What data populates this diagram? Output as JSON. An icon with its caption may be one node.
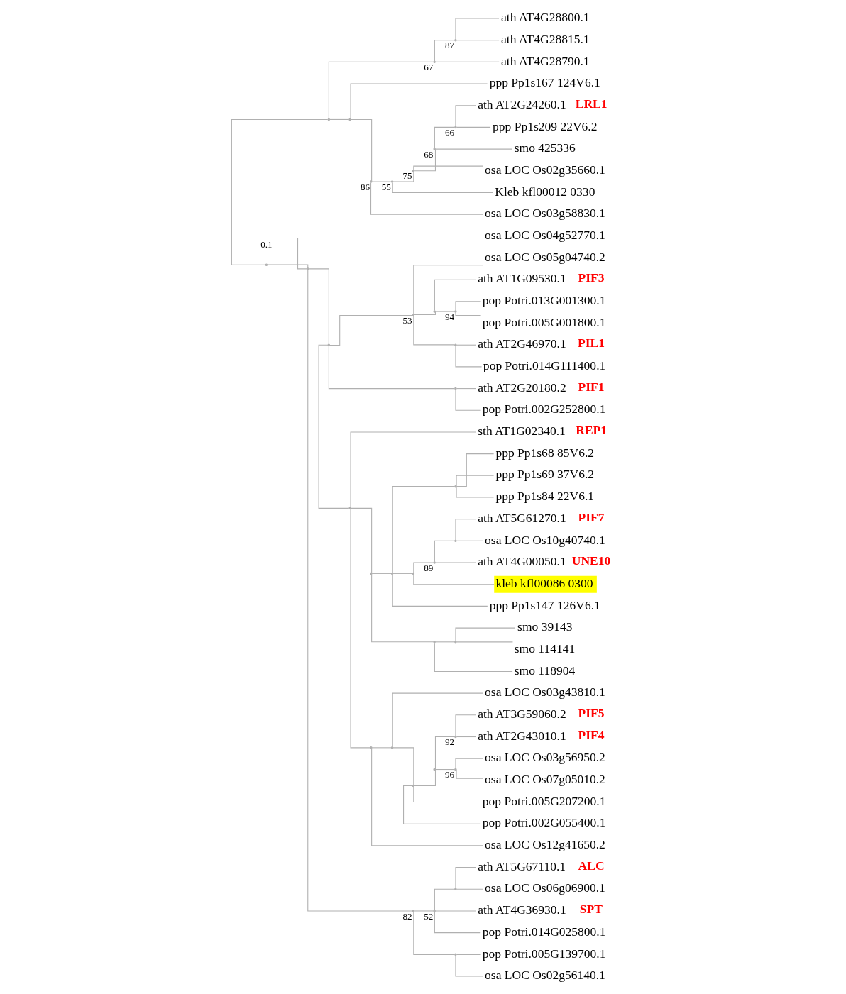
{
  "diagram": {
    "nodes": [
      {
        "text": [],
        "shape": "point"
      },
      {
        "text": [],
        "shape": "point"
      },
      {
        "text": [],
        "shape": "point",
        "beside": [
          "67"
        ]
      },
      {
        "text": [],
        "shape": "point",
        "beside": [
          "87"
        ]
      },
      {
        "text": [
          "ath AT4G28800.1"
        ]
      },
      {
        "text": [
          "ath AT4G28815.1"
        ]
      },
      {
        "text": [
          "ath AT4G28790.1"
        ]
      },
      {
        "text": [],
        "shape": "point"
      },
      {
        "text": [
          "ppp Pp1s167 124V6.1"
        ]
      },
      {
        "text": [],
        "shape": "point",
        "beside": [
          "86"
        ]
      },
      {
        "text": [],
        "shape": "point",
        "beside": [
          "55"
        ]
      },
      {
        "text": [],
        "shape": "point",
        "beside": [
          "75"
        ]
      },
      {
        "text": [],
        "shape": "point",
        "beside": [
          "68"
        ]
      },
      {
        "text": [],
        "shape": "point",
        "beside": [
          "66"
        ]
      },
      {
        "text": [
          "ath AT2G24260.1"
        ],
        "beside": [
          "LRL1"
        ]
      },
      {
        "text": [
          "ppp Pp1s209 22V6.2"
        ]
      },
      {
        "text": [
          "smo 425336"
        ]
      },
      {
        "text": [
          "osa LOC Os02g35660.1"
        ]
      },
      {
        "text": [
          "Kleb kfl00012 0330"
        ]
      },
      {
        "text": [
          "osa LOC Os03g58830.1"
        ]
      },
      {
        "text": [],
        "shape": "point"
      },
      {
        "text": [
          "osa LOC Os04g52770.1"
        ]
      },
      {
        "text": [],
        "shape": "point"
      },
      {
        "text": [],
        "shape": "point",
        "beside": [
          "53"
        ]
      },
      {
        "text": [
          "osa LOC Os05g04740.2"
        ]
      },
      {
        "text": [],
        "shape": "point"
      },
      {
        "text": [
          "ath AT1G09530.1"
        ],
        "beside": [
          "PIF3"
        ]
      },
      {
        "text": [],
        "shape": "point",
        "beside": [
          "94"
        ]
      },
      {
        "text": [
          "pop Potri.013G001300.1"
        ]
      },
      {
        "text": [
          "pop Potri.005G001800.1"
        ]
      },
      {
        "text": [],
        "shape": "point"
      },
      {
        "text": [
          "ath AT2G46970.1"
        ],
        "beside": [
          "PIL1"
        ]
      },
      {
        "text": [
          "pop Potri.014G111400.1"
        ]
      },
      {
        "text": [],
        "shape": "point"
      },
      {
        "text": [
          "ath AT2G20180.2"
        ],
        "beside": [
          "PIF1"
        ]
      },
      {
        "text": [
          "pop Potri.002G252800.1"
        ]
      },
      {
        "text": [],
        "shape": "point"
      },
      {
        "text": [
          "sth AT1G02340.1"
        ],
        "beside": [
          "REP1"
        ]
      },
      {
        "text": [],
        "shape": "point"
      },
      {
        "text": [],
        "shape": "point"
      },
      {
        "text": [],
        "shape": "point"
      },
      {
        "text": [
          "ppp Pp1s68 85V6.2"
        ]
      },
      {
        "text": [
          "ppp Pp1s69 37V6.2"
        ]
      },
      {
        "text": [
          "ppp Pp1s84 22V6.1"
        ]
      },
      {
        "text": [],
        "shape": "point"
      },
      {
        "text": [],
        "shape": "point",
        "beside": [
          "89"
        ]
      },
      {
        "text": [],
        "shape": "point"
      },
      {
        "text": [
          "ath AT5G61270.1"
        ],
        "beside": [
          "PIF7"
        ]
      },
      {
        "text": [
          "osa LOC Os10g40740.1"
        ]
      },
      {
        "text": [
          "ath AT4G00050.1"
        ],
        "beside": [
          "UNE10"
        ]
      },
      {
        "text": [
          "kleb kfl00086 0300"
        ]
      },
      {
        "text": [
          "ppp Pp1s147 126V6.1"
        ]
      },
      {
        "text": [],
        "shape": "point"
      },
      {
        "text": [],
        "shape": "point"
      },
      {
        "text": [
          "smo 39143"
        ]
      },
      {
        "text": [
          "smo 114141"
        ]
      },
      {
        "text": [
          "smo 118904"
        ]
      },
      {
        "text": [],
        "shape": "point"
      },
      {
        "text": [],
        "shape": "point"
      },
      {
        "text": [
          "osa LOC Os03g43810.1"
        ]
      },
      {
        "text": [],
        "shape": "point"
      },
      {
        "text": [],
        "shape": "point"
      },
      {
        "text": [],
        "shape": "point",
        "beside": [
          "92"
        ]
      },
      {
        "text": [
          "ath AT3G59060.2"
        ],
        "beside": [
          "PIF5"
        ]
      },
      {
        "text": [
          "ath AT2G43010.1"
        ],
        "beside": [
          "PIF4"
        ]
      },
      {
        "text": [],
        "shape": "point",
        "beside": [
          "96"
        ]
      },
      {
        "text": [
          "osa LOC Os03g56950.2"
        ]
      },
      {
        "text": [
          "osa LOC Os07g05010.2"
        ]
      },
      {
        "text": [
          "pop Potri.005G207200.1"
        ]
      },
      {
        "text": [
          "pop Potri.002G055400.1"
        ]
      },
      {
        "text": [
          "osa LOC Os12g41650.2"
        ]
      },
      {
        "text": [],
        "shape": "point",
        "beside": [
          "82"
        ]
      },
      {
        "text": [],
        "shape": "point",
        "beside": [
          "52"
        ]
      },
      {
        "text": [],
        "shape": "point"
      },
      {
        "text": [
          "ath AT5G67110.1"
        ],
        "beside": [
          "ALC"
        ]
      },
      {
        "text": [
          "osa LOC Os06g06900.1"
        ]
      },
      {
        "text": [
          "ath AT4G36930.1"
        ],
        "beside": [
          "SPT"
        ]
      },
      {
        "text": [
          "pop Potri.014G025800.1"
        ]
      },
      {
        "text": [],
        "shape": "point"
      },
      {
        "text": [
          "pop Potri.005G139700.1"
        ]
      },
      {
        "text": [
          "osa LOC Os02g56140.1"
        ]
      }
    ],
    "edges": [
      {
        "from": 0,
        "to": 1,
        "arrow": "none"
      },
      {
        "from": 0,
        "to": 20,
        "arrow": "none"
      },
      {
        "from": 1,
        "to": 2,
        "arrow": "none"
      },
      {
        "from": 1,
        "to": 7,
        "arrow": "none"
      },
      {
        "from": 2,
        "to": 3,
        "arrow": "none"
      },
      {
        "from": 2,
        "to": 6,
        "arrow": "none"
      },
      {
        "from": 3,
        "to": 4,
        "arrow": "none"
      },
      {
        "from": 3,
        "to": 5,
        "arrow": "none"
      },
      {
        "from": 7,
        "to": 8,
        "arrow": "none"
      },
      {
        "from": 7,
        "to": 9,
        "arrow": "none"
      },
      {
        "from": 9,
        "to": 10,
        "arrow": "none"
      },
      {
        "from": 9,
        "to": 19,
        "arrow": "none"
      },
      {
        "from": 10,
        "to": 11,
        "arrow": "none"
      },
      {
        "from": 10,
        "to": 18,
        "arrow": "none"
      },
      {
        "from": 11,
        "to": 12,
        "arrow": "none"
      },
      {
        "from": 11,
        "to": 17,
        "arrow": "none"
      },
      {
        "from": 12,
        "to": 13,
        "arrow": "none"
      },
      {
        "from": 12,
        "to": 16,
        "arrow": "none"
      },
      {
        "from": 13,
        "to": 14,
        "arrow": "none"
      },
      {
        "from": 13,
        "to": 15,
        "arrow": "none"
      },
      {
        "from": 20,
        "to": 21,
        "arrow": "none"
      },
      {
        "from": 20,
        "to": 22,
        "arrow": "none"
      },
      {
        "from": 20,
        "to": 71,
        "arrow": "none"
      },
      {
        "from": 22,
        "to": 23,
        "arrow": "none"
      },
      {
        "from": 22,
        "to": 33,
        "arrow": "none"
      },
      {
        "from": 22,
        "to": 36,
        "arrow": "none"
      },
      {
        "from": 23,
        "to": 24,
        "arrow": "none"
      },
      {
        "from": 23,
        "to": 25,
        "arrow": "none"
      },
      {
        "from": 23,
        "to": 30,
        "arrow": "none"
      },
      {
        "from": 25,
        "to": 26,
        "arrow": "none"
      },
      {
        "from": 25,
        "to": 27,
        "arrow": "none"
      },
      {
        "from": 27,
        "to": 28,
        "arrow": "none"
      },
      {
        "from": 27,
        "to": 29,
        "arrow": "none"
      },
      {
        "from": 30,
        "to": 31,
        "arrow": "none"
      },
      {
        "from": 30,
        "to": 32,
        "arrow": "none"
      },
      {
        "from": 33,
        "to": 34,
        "arrow": "none"
      },
      {
        "from": 33,
        "to": 35,
        "arrow": "none"
      },
      {
        "from": 36,
        "to": 37,
        "arrow": "none"
      },
      {
        "from": 36,
        "to": 38,
        "arrow": "none"
      },
      {
        "from": 36,
        "to": 57,
        "arrow": "none"
      },
      {
        "from": 38,
        "to": 39,
        "arrow": "none"
      },
      {
        "from": 38,
        "to": 52,
        "arrow": "none"
      },
      {
        "from": 39,
        "to": 40,
        "arrow": "none"
      },
      {
        "from": 39,
        "to": 44,
        "arrow": "none"
      },
      {
        "from": 39,
        "to": 51,
        "arrow": "none"
      },
      {
        "from": 40,
        "to": 41,
        "arrow": "none"
      },
      {
        "from": 40,
        "to": 42,
        "arrow": "none"
      },
      {
        "from": 40,
        "to": 43,
        "arrow": "none"
      },
      {
        "from": 44,
        "to": 45,
        "arrow": "none"
      },
      {
        "from": 44,
        "to": 50,
        "arrow": "none"
      },
      {
        "from": 45,
        "to": 46,
        "arrow": "none"
      },
      {
        "from": 45,
        "to": 49,
        "arrow": "none"
      },
      {
        "from": 46,
        "to": 47,
        "arrow": "none"
      },
      {
        "from": 46,
        "to": 48,
        "arrow": "none"
      },
      {
        "from": 52,
        "to": 53,
        "arrow": "none"
      },
      {
        "from": 52,
        "to": 56,
        "arrow": "none"
      },
      {
        "from": 53,
        "to": 54,
        "arrow": "none"
      },
      {
        "from": 53,
        "to": 55,
        "arrow": "none"
      },
      {
        "from": 57,
        "to": 58,
        "arrow": "none"
      },
      {
        "from": 57,
        "to": 70,
        "arrow": "none"
      },
      {
        "from": 58,
        "to": 59,
        "arrow": "none"
      },
      {
        "from": 58,
        "to": 60,
        "arrow": "none"
      },
      {
        "from": 60,
        "to": 61,
        "arrow": "none"
      },
      {
        "from": 60,
        "to": 68,
        "arrow": "none"
      },
      {
        "from": 60,
        "to": 69,
        "arrow": "none"
      },
      {
        "from": 61,
        "to": 62,
        "arrow": "none"
      },
      {
        "from": 61,
        "to": 65,
        "arrow": "none"
      },
      {
        "from": 62,
        "to": 63,
        "arrow": "none"
      },
      {
        "from": 62,
        "to": 64,
        "arrow": "none"
      },
      {
        "from": 65,
        "to": 66,
        "arrow": "none"
      },
      {
        "from": 65,
        "to": 67,
        "arrow": "none"
      },
      {
        "from": 71,
        "to": 72,
        "arrow": "none"
      },
      {
        "from": 71,
        "to": 78,
        "arrow": "none"
      },
      {
        "from": 72,
        "to": 73,
        "arrow": "none"
      },
      {
        "from": 72,
        "to": 76,
        "arrow": "none"
      },
      {
        "from": 72,
        "to": 77,
        "arrow": "none"
      },
      {
        "from": 73,
        "to": 74,
        "arrow": "none"
      },
      {
        "from": 73,
        "to": 75,
        "arrow": "none"
      },
      {
        "from": 78,
        "to": 79,
        "arrow": "none"
      },
      {
        "from": 78,
        "to": 80,
        "arrow": "none"
      }
    ],
    "labels": [
      "0.1"
    ]
  }
}
